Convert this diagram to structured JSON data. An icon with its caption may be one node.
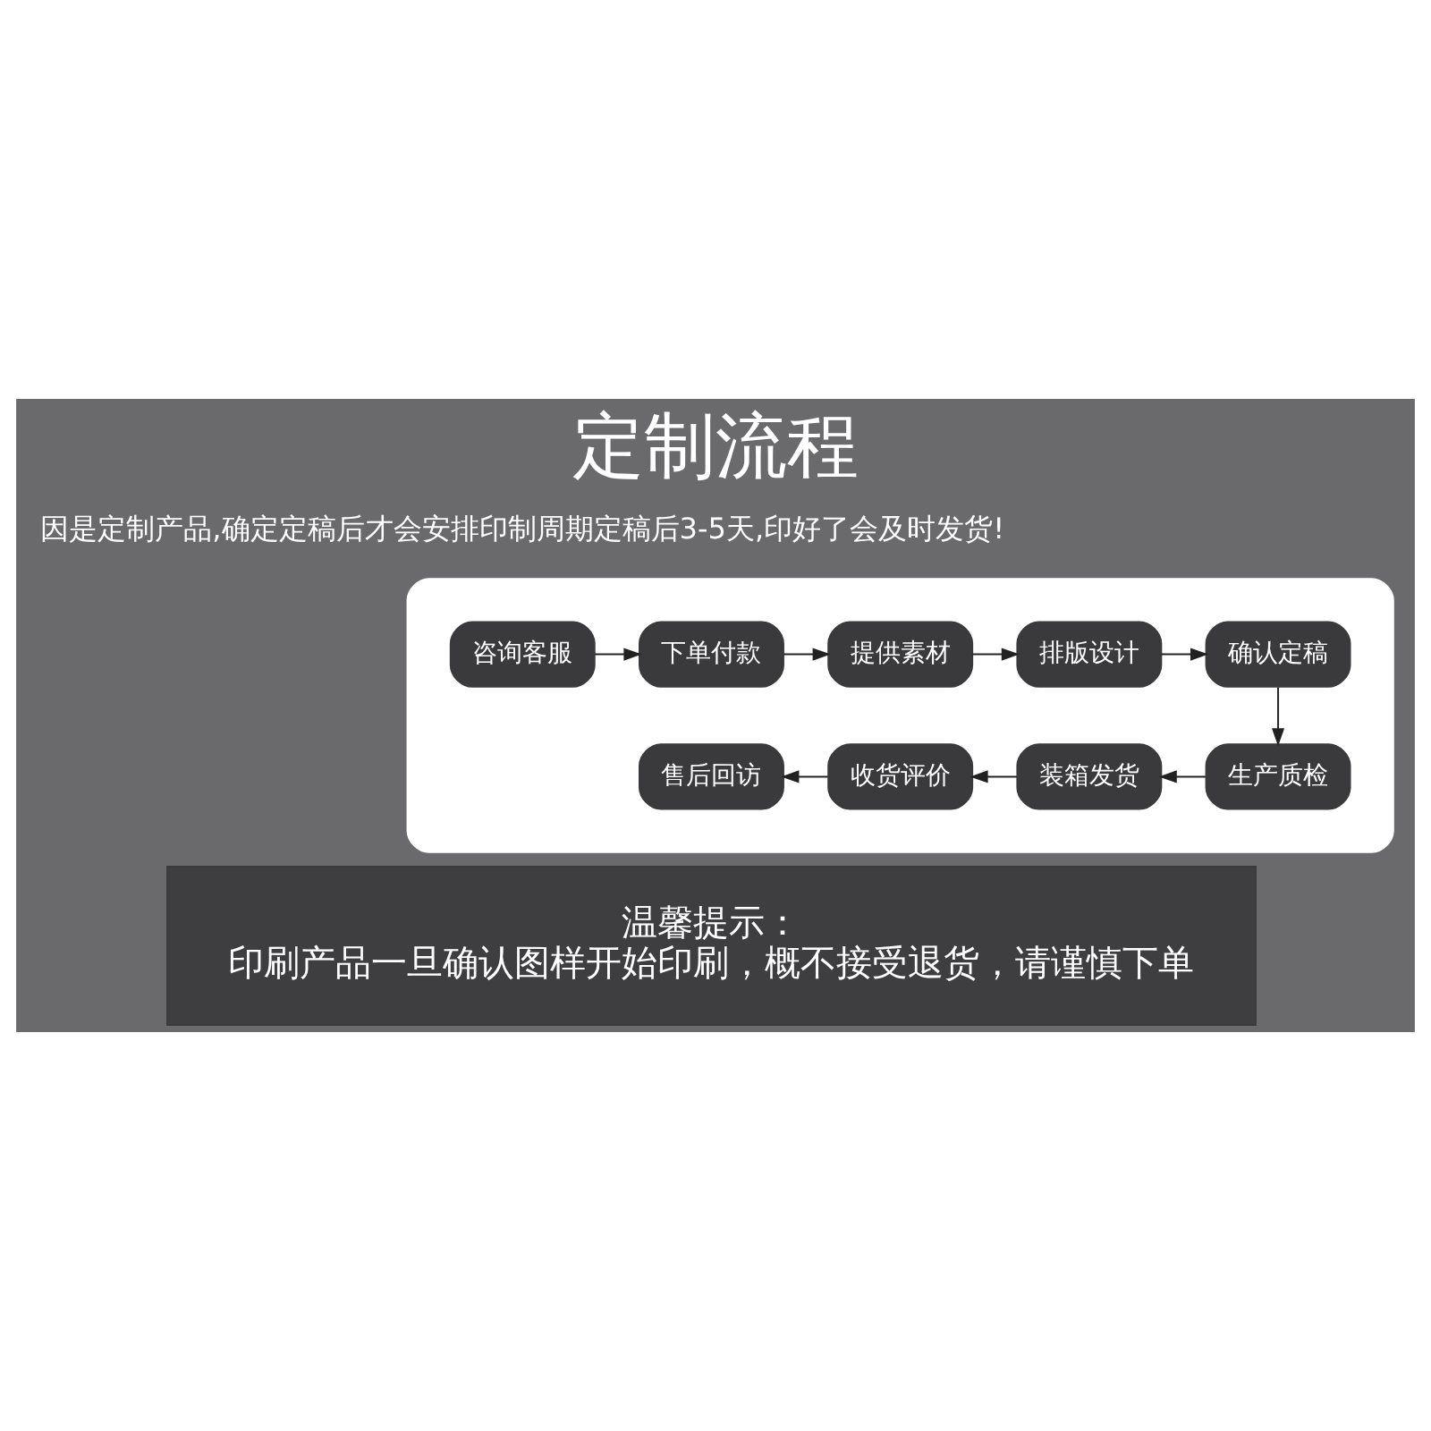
{
  "diagram": {
    "title": "定制流程",
    "nodes": [
      {
        "text": [],
        "shape": "box"
      },
      {
        "text": [
          "咨询客服"
        ],
        "in": 0
      },
      {
        "text": [
          "下单付款"
        ],
        "in": 0
      },
      {
        "text": [
          "提供素材"
        ],
        "in": 0
      },
      {
        "text": [
          "排版设计"
        ],
        "in": 0
      },
      {
        "text": [
          "确认定稿"
        ],
        "in": 0
      },
      {
        "text": [
          "售后回访"
        ],
        "in": 0
      },
      {
        "text": [
          "收货评价"
        ],
        "in": 0
      },
      {
        "text": [
          "装箱发货"
        ],
        "in": 0
      },
      {
        "text": [
          "生产质检"
        ],
        "in": 0
      },
      {
        "text": [
          "温馨提示：",
          "印刷产品一旦确认图样开始印刷，概不接受退货，请谨慎下单"
        ]
      }
    ],
    "edges": [
      {
        "from": 1,
        "to": 2,
        "arrow": "to"
      },
      {
        "from": 2,
        "to": 3,
        "arrow": "to"
      },
      {
        "from": 3,
        "to": 4,
        "arrow": "to"
      },
      {
        "from": 4,
        "to": 5,
        "arrow": "to"
      },
      {
        "from": 5,
        "to": 9,
        "arrow": "to"
      },
      {
        "from": 9,
        "to": 8,
        "arrow": "to"
      },
      {
        "from": 8,
        "to": 7,
        "arrow": "to"
      },
      {
        "from": 7,
        "to": 6,
        "arrow": "to"
      }
    ],
    "labels": [
      "因是定制产品,确定定稿后才会安排印制周期定稿后3-5天,印好了会及时发货!"
    ]
  }
}
